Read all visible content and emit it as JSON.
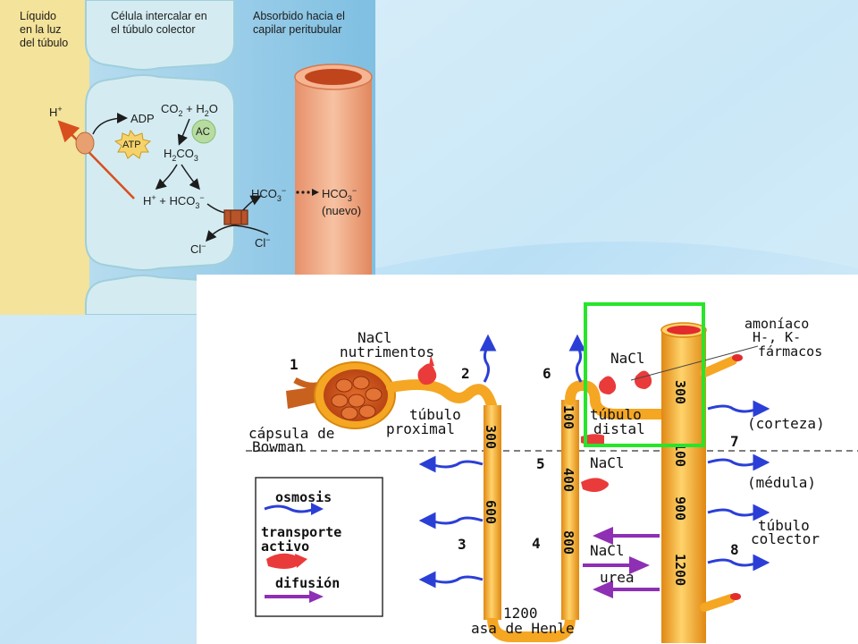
{
  "top_panel": {
    "headers": {
      "lumen": [
        "Líquido",
        "en la luz",
        "del túbulo"
      ],
      "cell": [
        "Célula intercalar en",
        "el túbulo colector"
      ],
      "capillary": [
        "Absorbido hacia el",
        "capilar peritubular"
      ]
    },
    "molecules": {
      "h_plus": "H",
      "h_plus_sup": "+",
      "adp": "ADP",
      "atp": "ATP",
      "co2": "CO",
      "co2_sub": "2",
      "plus_h2o": " + H",
      "h2o_sub": "2",
      "h2o_o": "O",
      "ac": "AC",
      "h2co3_h": "H",
      "h2co3_sub2": "2",
      "h2co3_co": "CO",
      "h2co3_sub3": "3",
      "hplus_hco3_left": "H",
      "hplus_sup": "+",
      "hplus_plus": " + HCO",
      "hco3_sub": "3",
      "hco3_sup": "−",
      "hco3_out": "HCO",
      "hco3_new": "HCO",
      "nuevo": "(nuevo)",
      "cl_left": "Cl",
      "cl_right": "Cl",
      "minus": "−"
    },
    "colors": {
      "lumen": "#f4e39a",
      "cell": "#cfeaf0",
      "interstitium": "#9ccde9",
      "capillary": "#f0a880",
      "arrow_red": "#d8501e"
    }
  },
  "bottom_panel": {
    "labels": {
      "n1": "1",
      "n2": "2",
      "n3": "3",
      "n4": "4",
      "n5": "5",
      "n6": "6",
      "n7": "7",
      "n8": "8",
      "nacl_nutrimentos_1": "NaCl",
      "nacl_nutrimentos_2": "nutrimentos",
      "capsula_1": "cápsula de",
      "capsula_2": "Bowman",
      "tubulo_proximal_1": "túbulo",
      "tubulo_proximal_2": "proximal",
      "nacl_distal": "NaCl",
      "tubulo_distal_1": "túbulo",
      "tubulo_distal_2": "distal",
      "amoniaco": "amoníaco",
      "hk": "H-, K-",
      "farmacos": "fármacos",
      "corteza": "(corteza)",
      "medula": "(médula)",
      "tubulo_colector_1": "túbulo",
      "tubulo_colector_2": "colector",
      "nacl_5": "NaCl",
      "nacl_4": "NaCl",
      "urea": "urea",
      "asa_1": "1200",
      "asa_2": "asa de Henle"
    },
    "osmolarity": {
      "proximal": [
        "300",
        "600"
      ],
      "ascending": [
        "100",
        "400",
        "800"
      ],
      "collecting": [
        "300",
        "100",
        "900",
        "1200"
      ]
    },
    "legend": {
      "osmosis": "osmosis",
      "transporte_1": "transporte",
      "transporte_2": "activo",
      "difusion": "difusión"
    },
    "colors": {
      "tubule": "#f5a623",
      "tubule_light": "#ffd36b",
      "osmosis_arrow": "#2b3fd6",
      "active_transport": "#ea3b3b",
      "diffusion_arrow": "#8e2fb4",
      "highlight": "#27e52a",
      "glomerulus": "#d9531a"
    }
  }
}
